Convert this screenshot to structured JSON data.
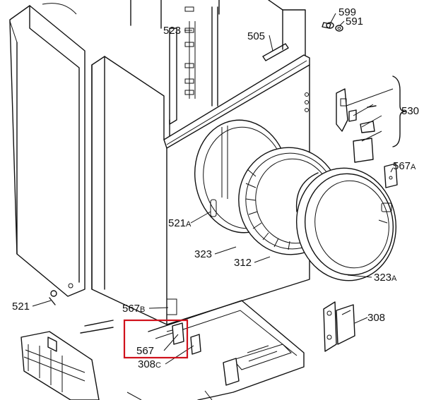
{
  "diagram": {
    "callouts": [
      {
        "id": "599",
        "number": "599",
        "suffix": ""
      },
      {
        "id": "591",
        "number": "591",
        "suffix": ""
      },
      {
        "id": "523",
        "number": "523",
        "suffix": ""
      },
      {
        "id": "505",
        "number": "505",
        "suffix": ""
      },
      {
        "id": "530",
        "number": "530",
        "suffix": ""
      },
      {
        "id": "567A",
        "number": "567",
        "suffix": "A"
      },
      {
        "id": "521A",
        "number": "521",
        "suffix": "A"
      },
      {
        "id": "323",
        "number": "323",
        "suffix": ""
      },
      {
        "id": "312",
        "number": "312",
        "suffix": ""
      },
      {
        "id": "323A",
        "number": "323",
        "suffix": "A"
      },
      {
        "id": "521",
        "number": "521",
        "suffix": ""
      },
      {
        "id": "567B",
        "number": "567",
        "suffix": "B"
      },
      {
        "id": "308",
        "number": "308",
        "suffix": ""
      },
      {
        "id": "567",
        "number": "567",
        "suffix": ""
      },
      {
        "id": "308C",
        "number": "308",
        "suffix": "C"
      }
    ],
    "highlight": {
      "target": "567",
      "color": "#d0111b"
    },
    "line_color": "#111111"
  }
}
